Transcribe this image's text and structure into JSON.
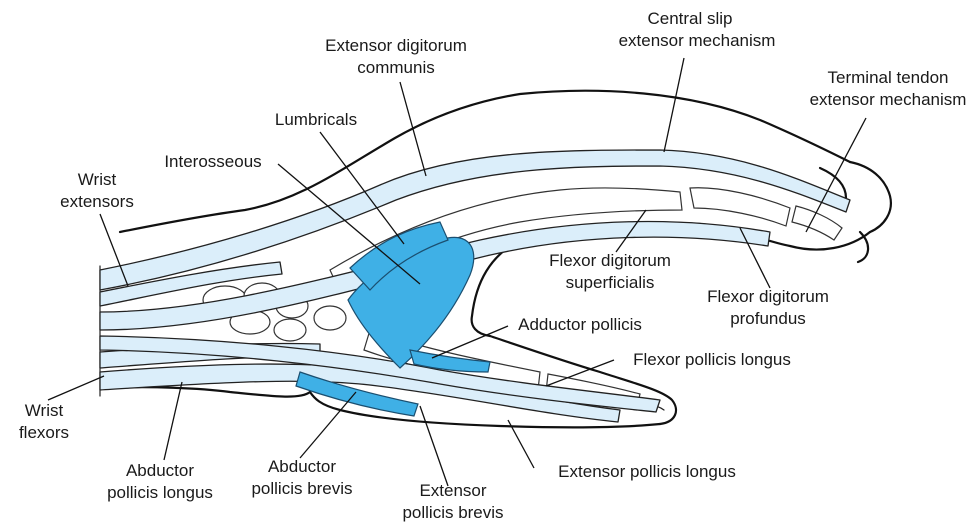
{
  "colors": {
    "tendon_fill": "#dbeefa",
    "muscle_fill": "#3fb0e6",
    "outline": "#111111"
  },
  "labels": {
    "central_slip_1": "Central slip",
    "central_slip_2": "extensor mechanism",
    "edc_1": "Extensor digitorum",
    "edc_2": "communis",
    "terminal_1": "Terminal tendon",
    "terminal_2": "extensor mechanism",
    "lumbricals": "Lumbricals",
    "interosseous": "Interosseous",
    "wrist_ext_1": "Wrist",
    "wrist_ext_2": "extensors",
    "fds_1": "Flexor digitorum",
    "fds_2": "superficialis",
    "fdp_1": "Flexor digitorum",
    "fdp_2": "profundus",
    "adductor": "Adductor pollicis",
    "fpl": "Flexor pollicis longus",
    "wrist_flex_1": "Wrist",
    "wrist_flex_2": "flexors",
    "apl_1": "Abductor",
    "apl_2": "pollicis longus",
    "apb_1": "Abductor",
    "apb_2": "pollicis brevis",
    "epb_1": "Extensor",
    "epb_2": "pollicis brevis",
    "epl": "Extensor pollicis longus"
  }
}
